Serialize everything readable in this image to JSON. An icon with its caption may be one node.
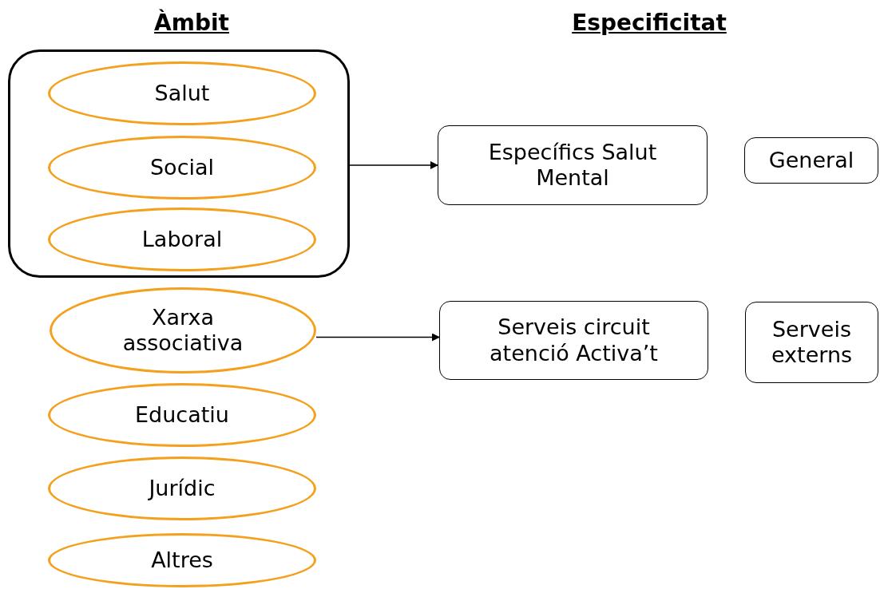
{
  "diagram": {
    "nodes": [
      {
        "text": [],
        "shape": "box"
      },
      {
        "text": [
          "Salut"
        ],
        "in": 0
      },
      {
        "text": [
          "Social"
        ],
        "in": 0
      },
      {
        "text": [
          "Laboral"
        ],
        "in": 0
      },
      {
        "text": [
          "Xarxa associativa"
        ]
      },
      {
        "text": [
          "Educatiu"
        ]
      },
      {
        "text": [
          "Jurídic"
        ]
      },
      {
        "text": [
          "Altres"
        ]
      },
      {
        "text": [
          "Específics Salut Mental"
        ]
      },
      {
        "text": [
          "General"
        ]
      },
      {
        "text": [
          "Serveis circuit atenció Activa’t"
        ]
      },
      {
        "text": [
          "Serveis externs"
        ]
      }
    ],
    "edges": [
      {
        "from": 0,
        "to": 8,
        "arrow": "to"
      },
      {
        "from": 4,
        "to": 10,
        "arrow": "to"
      }
    ],
    "labels": [
      "Àmbit",
      "Especificitat"
    ]
  }
}
